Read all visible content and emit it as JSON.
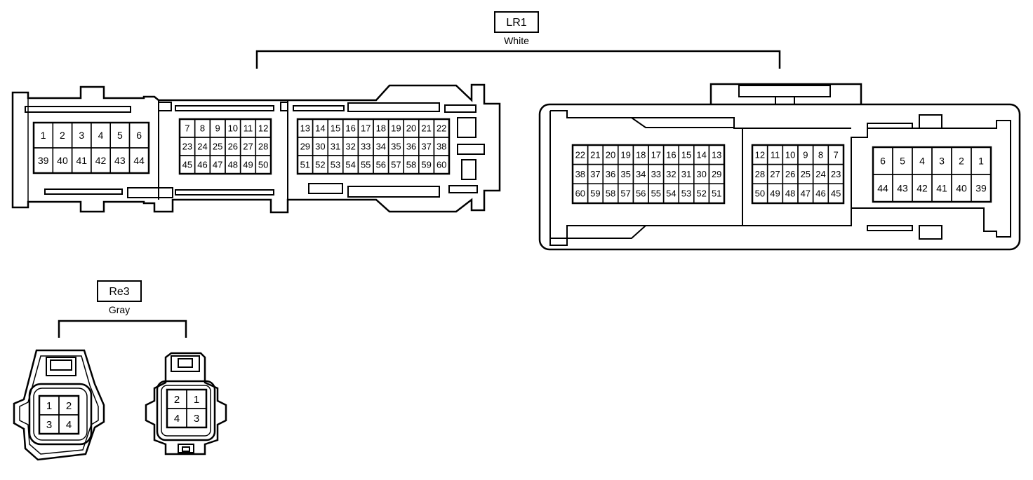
{
  "connectors": {
    "lr1": {
      "tag": "LR1",
      "color": "White",
      "female": {
        "grid_a": [
          [
            "1",
            "2",
            "3",
            "4",
            "5",
            "6"
          ],
          [
            "39",
            "40",
            "41",
            "42",
            "43",
            "44"
          ]
        ],
        "grid_b": [
          [
            "7",
            "8",
            "9",
            "10",
            "11",
            "12"
          ],
          [
            "23",
            "24",
            "25",
            "26",
            "27",
            "28"
          ],
          [
            "45",
            "46",
            "47",
            "48",
            "49",
            "50"
          ]
        ],
        "grid_c": [
          [
            "13",
            "14",
            "15",
            "16",
            "17",
            "18",
            "19",
            "20",
            "21",
            "22"
          ],
          [
            "29",
            "30",
            "31",
            "32",
            "33",
            "34",
            "35",
            "36",
            "37",
            "38"
          ],
          [
            "51",
            "52",
            "53",
            "54",
            "55",
            "56",
            "57",
            "58",
            "59",
            "60"
          ]
        ]
      },
      "male": {
        "grid_a": [
          [
            "22",
            "21",
            "20",
            "19",
            "18",
            "17",
            "16",
            "15",
            "14",
            "13"
          ],
          [
            "38",
            "37",
            "36",
            "35",
            "34",
            "33",
            "32",
            "31",
            "30",
            "29"
          ],
          [
            "60",
            "59",
            "58",
            "57",
            "56",
            "55",
            "54",
            "53",
            "52",
            "51"
          ]
        ],
        "grid_b": [
          [
            "12",
            "11",
            "10",
            "9",
            "8",
            "7"
          ],
          [
            "28",
            "27",
            "26",
            "25",
            "24",
            "23"
          ],
          [
            "50",
            "49",
            "48",
            "47",
            "46",
            "45"
          ]
        ],
        "grid_c": [
          [
            "6",
            "5",
            "4",
            "3",
            "2",
            "1"
          ],
          [
            "44",
            "43",
            "42",
            "41",
            "40",
            "39"
          ]
        ]
      }
    },
    "re3": {
      "tag": "Re3",
      "color": "Gray",
      "female": [
        [
          "1",
          "2"
        ],
        [
          "3",
          "4"
        ]
      ],
      "male": [
        [
          "2",
          "1"
        ],
        [
          "4",
          "3"
        ]
      ]
    }
  }
}
